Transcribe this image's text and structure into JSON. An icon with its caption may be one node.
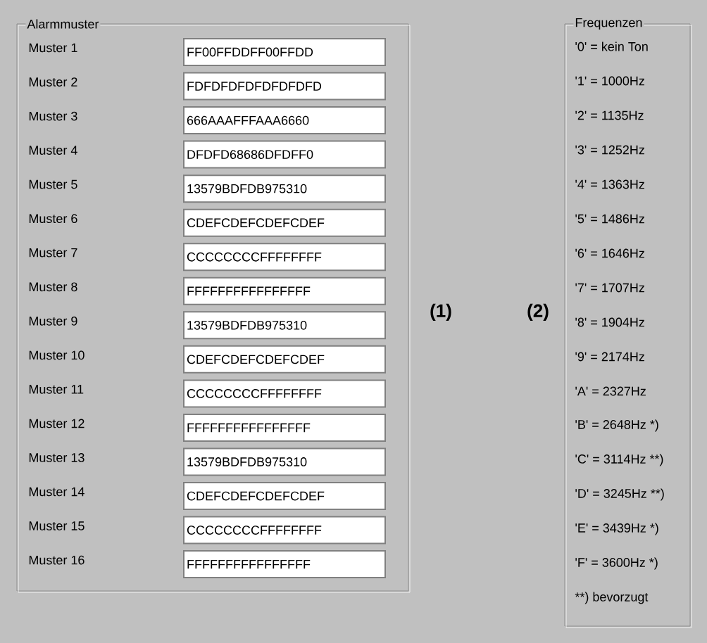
{
  "diagram": {
    "nodes": [
      {
        "text": [
          "Alarmmuster"
        ]
      },
      {
        "text": [
          "Frequenzen",
          "'0' = kein Ton",
          "'1' = 1000Hz",
          "'2' = 1135Hz",
          "'3' = 1252Hz",
          "'4' = 1363Hz",
          "'5' = 1486Hz",
          "'6' = 1646Hz",
          "'7' = 1707Hz",
          "'8' = 1904Hz",
          "'9' = 2174Hz",
          "'A' = 2327Hz",
          "'B' = 2648Hz *)",
          "'C' = 3114Hz **)",
          "'D' = 3245Hz **)",
          "'E' = 3439Hz *)",
          "'F' = 3600Hz *)",
          "**) bevorzugt"
        ]
      },
      {
        "text": [
          "FF00FFDDFF00FFDD"
        ],
        "in": 0
      },
      {
        "text": [
          "FDFDFDFDFDFDFDFD"
        ],
        "in": 0
      },
      {
        "text": [
          "666AAAFFFAAA6660"
        ],
        "in": 0
      },
      {
        "text": [
          "DFDFD68686DFDFF0"
        ],
        "in": 0
      },
      {
        "text": [
          "13579BDFDB975310"
        ],
        "in": 0
      },
      {
        "text": [
          "CDEFCDEFCDEFCDEF"
        ],
        "in": 0
      },
      {
        "text": [
          "CCCCCCCCFFFFFFFF"
        ],
        "in": 0
      },
      {
        "text": [
          "FFFFFFFFFFFFFFFF"
        ],
        "in": 0
      },
      {
        "text": [
          "13579BDFDB975310"
        ],
        "in": 0
      },
      {
        "text": [
          "CDEFCDEFCDEFCDEF"
        ],
        "in": 0
      },
      {
        "text": [
          "CCCCCCCCFFFFFFFF"
        ],
        "in": 0
      },
      {
        "text": [
          "FFFFFFFFFFFFFFFF"
        ],
        "in": 0
      },
      {
        "text": [
          "13579BDFDB975310"
        ],
        "in": 0
      },
      {
        "text": [
          "CDEFCDEFCDEFCDEF"
        ],
        "in": 0
      },
      {
        "text": [
          "CCCCCCCCFFFFFFFF"
        ],
        "in": 0
      },
      {
        "text": [
          "FFFFFFFFFFFFFFFF"
        ],
        "in": 0
      }
    ],
    "labels": [
      "Muster 1",
      "Muster 2",
      "Muster 3",
      "Muster 4",
      "Muster 5",
      "Muster 6",
      "Muster 7",
      "Muster 8",
      "Muster 9",
      "Muster 10",
      "Muster 11",
      "Muster 12",
      "Muster 13",
      "Muster 14",
      "Muster 15",
      "Muster 16",
      "(1)",
      "(2)"
    ]
  }
}
